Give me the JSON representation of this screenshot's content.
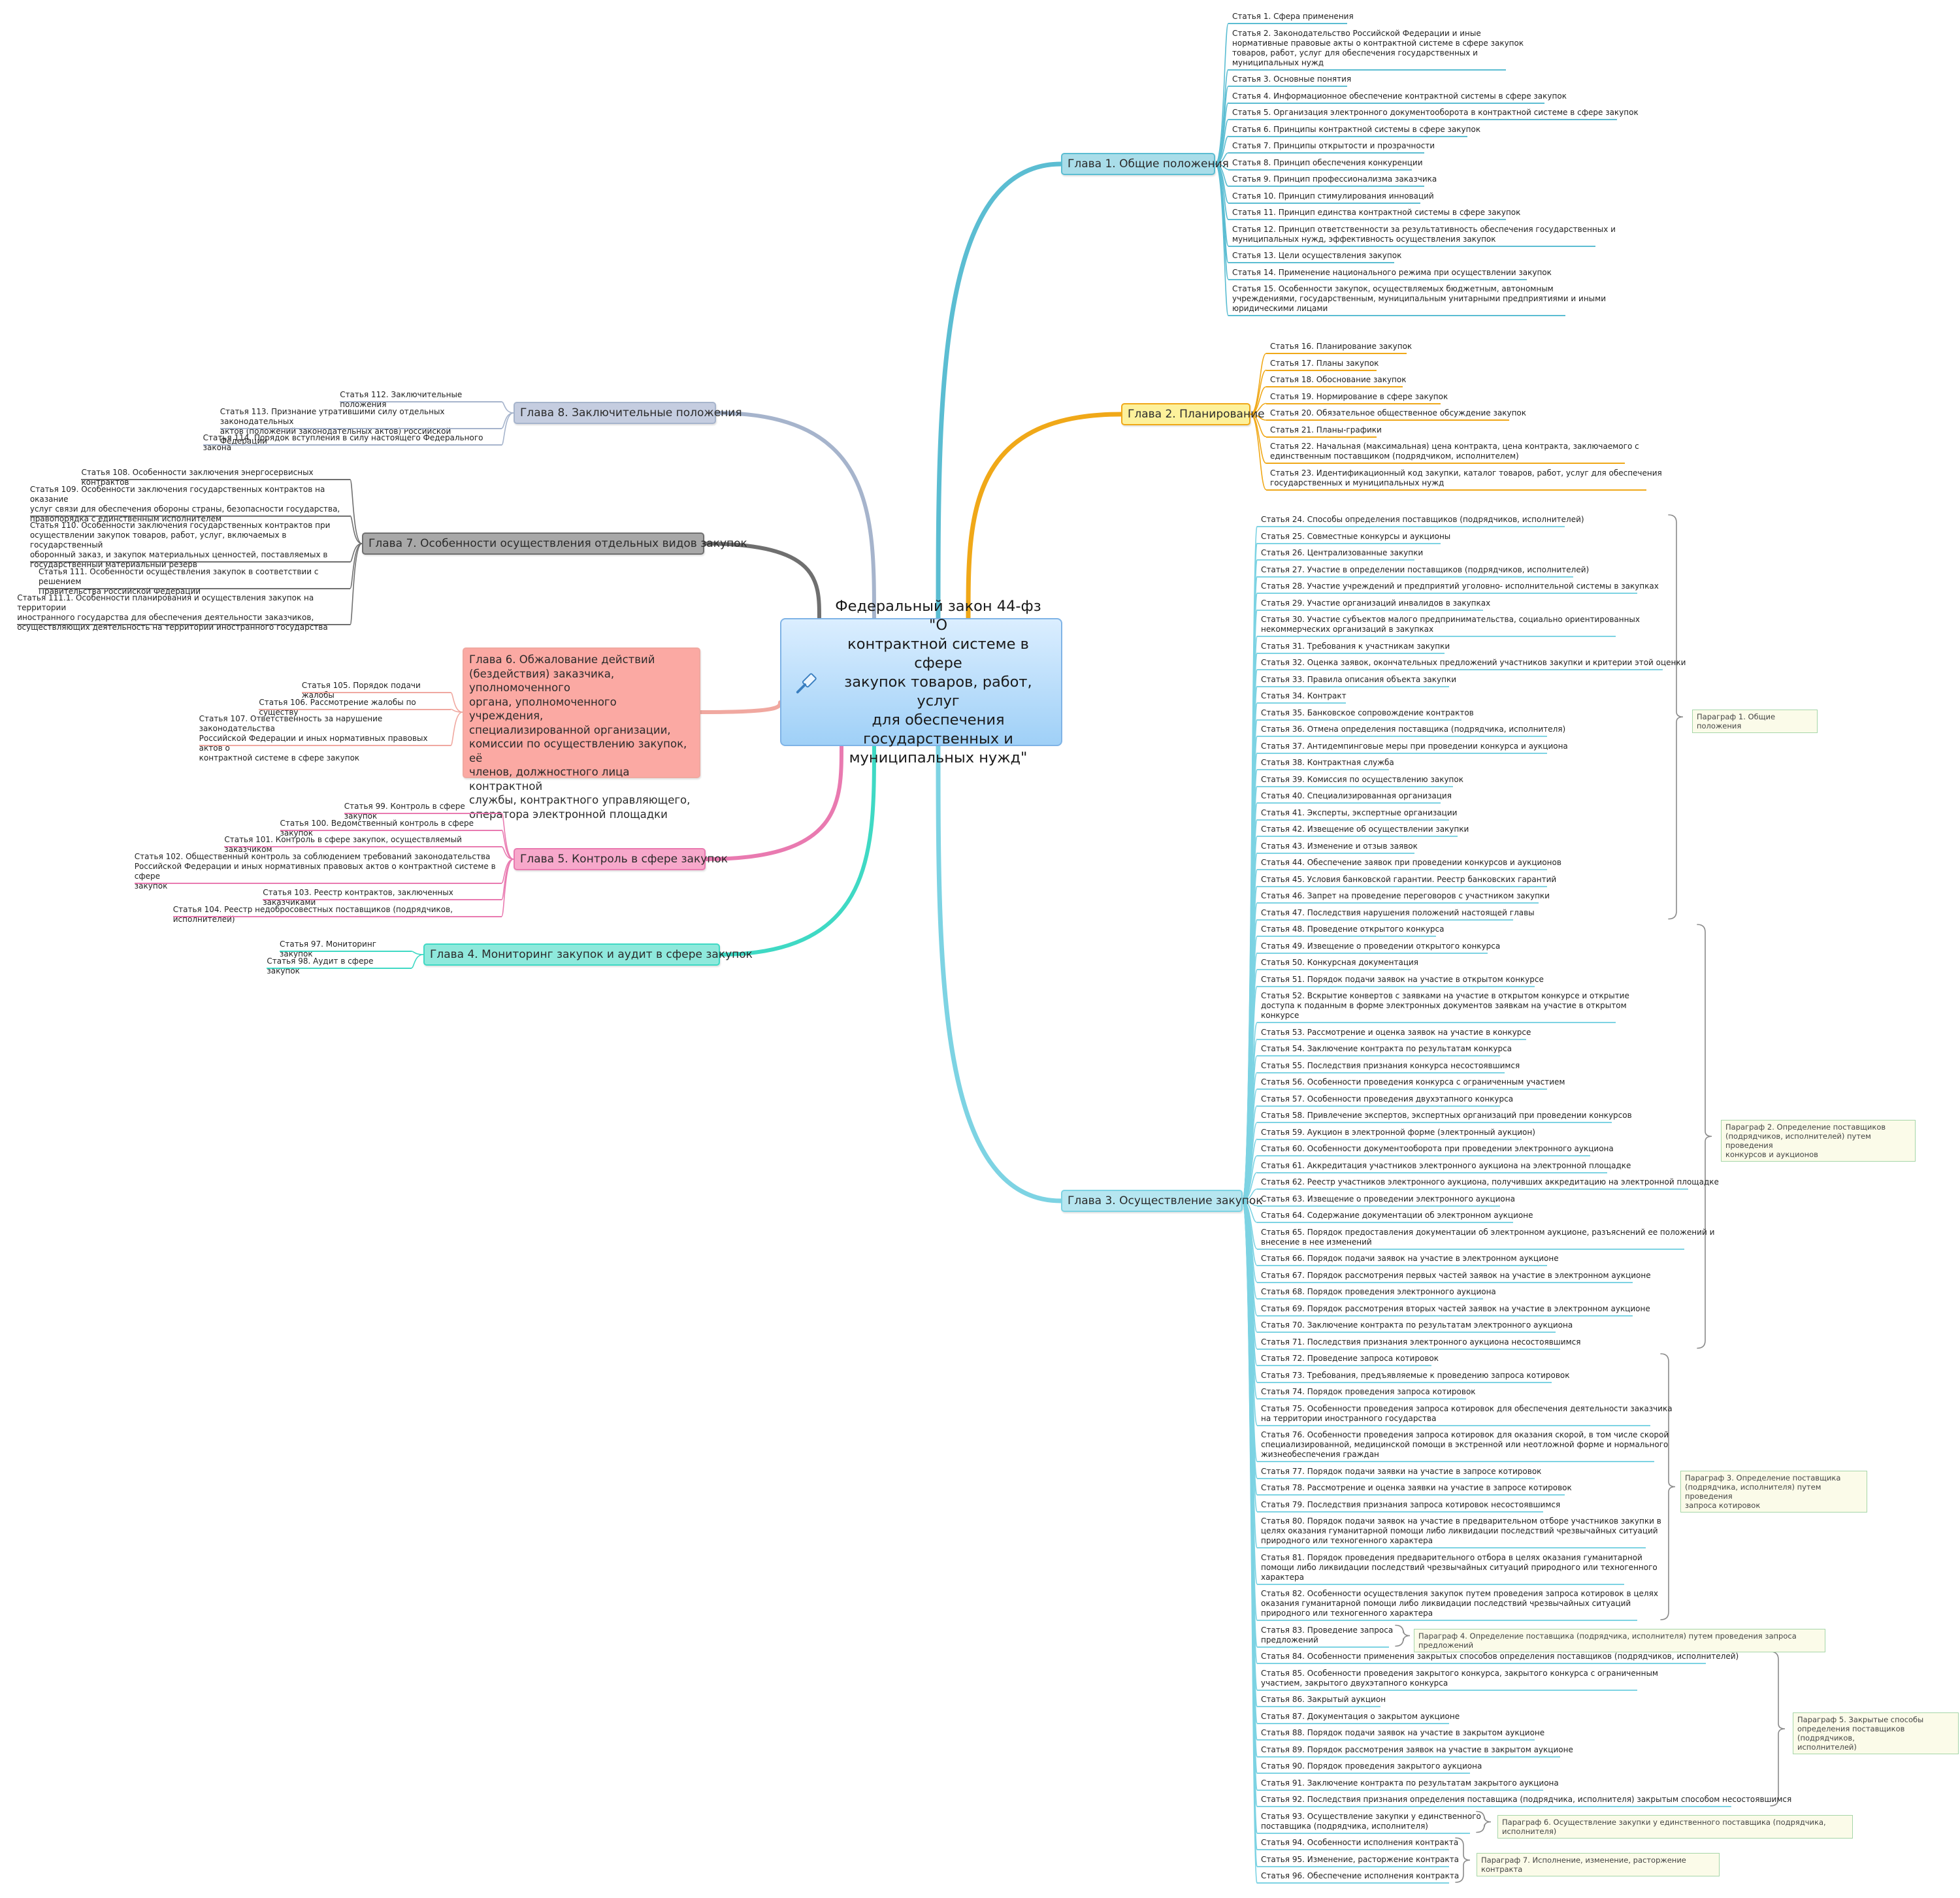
{
  "root": {
    "title": "Федеральный закон 44-фз \"О\nконтрактной системе в сфере\nзакупок товаров, работ, услуг\nдля обеспечения\nгосударственных и\nмуниципальных нужд\""
  },
  "chapters": [
    {
      "label": "Глава 1. Общие положения",
      "color": "#5bbdd2",
      "fill": "#a9dde9",
      "articles": [
        "Статья 1. Сфера применения",
        "Статья 2. Законодательство Российской Федерации и иные\nнормативные правовые акты о контрактной системе в сфере закупок\nтоваров, работ, услуг для обеспечения государственных и\nмуниципальных нужд",
        "Статья 3. Основные понятия",
        "Статья 4. Информационное обеспечение контрактной системы в сфере закупок",
        "Статья 5. Организация электронного документооборота в контрактной системе в сфере закупок",
        "Статья 6. Принципы контрактной системы в сфере закупок",
        "Статья 7. Принципы открытости и прозрачности",
        "Статья 8. Принцип обеспечения конкуренции",
        "Статья 9. Принцип профессионализма заказчика",
        "Статья 10. Принцип стимулирования инноваций",
        "Статья 11. Принцип единства контрактной системы в сфере закупок",
        "Статья 12. Принцип ответственности за результативность обеспечения государственных и\nмуниципальных нужд, эффективность осуществления закупок",
        "Статья 13. Цели осуществления закупок",
        "Статья 14. Применение национального режима при осуществлении закупок",
        "Статья 15. Особенности закупок, осуществляемых бюджетным, автономным\nучреждениями, государственным, муниципальным унитарными предприятиями и иными\nюридическими лицами"
      ]
    },
    {
      "label": "Глава 2. Планирование",
      "color": "#f0a818",
      "fill": "#fdf19b",
      "articles": [
        "Статья 16. Планирование закупок",
        "Статья 17. Планы закупок",
        "Статья 18. Обоснование закупок",
        "Статья 19. Нормирование в сфере закупок",
        "Статья 20. Обязательное общественное обсуждение закупок",
        "Статья 21. Планы-графики",
        "Статья 22. Начальная (максимальная) цена контракта, цена контракта, заключаемого с\nединственным поставщиком (подрядчиком, исполнителем)",
        "Статья 23. Идентификационный код закупки, каталог товаров, работ, услуг для обеспечения\nгосударственных и муниципальных нужд"
      ]
    },
    {
      "label": "Глава 3. Осуществление закупок",
      "color": "#7dd3e3",
      "fill": "#b6e6f0",
      "articles": [
        "Статья 24. Способы определения поставщиков (подрядчиков, исполнителей)",
        "Статья 25. Совместные конкурсы и аукционы",
        "Статья 26. Централизованные закупки",
        "Статья 27. Участие в определении поставщиков (подрядчиков, исполнителей)",
        "Статья 28. Участие учреждений и предприятий уголовно- исполнительной системы в закупках",
        "Статья 29. Участие организаций инвалидов в закупках",
        "Статья 30. Участие субъектов малого предпринимательства, социально ориентированных\nнекоммерческих организаций в закупках",
        "Статья 31. Требования к участникам закупки",
        "Статья 32. Оценка заявок, окончательных предложений участников закупки и критерии этой оценки",
        "Статья 33. Правила описания объекта закупки",
        "Статья 34. Контракт",
        "Статья 35. Банковское сопровождение контрактов",
        "Статья 36. Отмена определения поставщика (подрядчика, исполнителя)",
        "Статья 37. Антидемпинговые меры при проведении конкурса и аукциона",
        "Статья 38. Контрактная служба",
        "Статья 39. Комиссия по осуществлению закупок",
        "Статья 40. Специализированная организация",
        "Статья 41. Эксперты, экспертные организации",
        "Статья 42. Извещение об осуществлении закупки",
        "Статья 43. Изменение и отзыв заявок",
        "Статья 44. Обеспечение заявок при проведении конкурсов и аукционов",
        "Статья 45. Условия банковской гарантии. Реестр банковских гарантий",
        "Статья 46. Запрет на проведение переговоров с участником закупки",
        "Статья 47. Последствия нарушения положений настоящей главы",
        "Статья 48. Проведение открытого конкурса",
        "Статья 49. Извещение о проведении открытого конкурса",
        "Статья 50. Конкурсная документация",
        "Статья 51. Порядок подачи заявок на участие в открытом конкурсе",
        "Статья 52. Вскрытие конвертов с заявками на участие в открытом конкурсе и открытие\nдоступа к поданным в форме электронных документов заявкам на участие в открытом\nконкурсе",
        "Статья 53. Рассмотрение и оценка заявок на участие в конкурсе",
        "Статья 54. Заключение контракта по результатам конкурса",
        "Статья 55. Последствия признания конкурса несостоявшимся",
        "Статья 56. Особенности проведения конкурса с ограниченным участием",
        "Статья 57. Особенности проведения двухэтапного конкурса",
        "Статья 58. Привлечение экспертов, экспертных организаций при проведении конкурсов",
        "Статья 59. Аукцион в электронной форме (электронный аукцион)",
        "Статья 60. Особенности документооборота при проведении электронного аукциона",
        "Статья 61. Аккредитация участников электронного аукциона на электронной площадке",
        "Статья 62. Реестр участников электронного аукциона, получивших аккредитацию на электронной площадке",
        "Статья 63. Извещение о проведении электронного аукциона",
        "Статья 64. Содержание документации об электронном аукционе",
        "Статья 65. Порядок предоставления документации об электронном аукционе, разъяснений ее положений и\nвнесение в нее изменений",
        "Статья 66. Порядок подачи заявок на участие в электронном аукционе",
        "Статья 67. Порядок рассмотрения первых частей заявок на участие в электронном аукционе",
        "Статья 68. Порядок проведения электронного аукциона",
        "Статья 69. Порядок рассмотрения вторых частей заявок на участие в электронном аукционе",
        "Статья 70. Заключение контракта по результатам электронного аукциона",
        "Статья 71. Последствия признания электронного аукциона несостоявшимся",
        "Статья 72. Проведение запроса котировок",
        "Статья 73. Требования, предъявляемые к проведению запроса котировок",
        "Статья 74. Порядок проведения запроса котировок",
        "Статья 75. Особенности проведения запроса котировок для обеспечения деятельности заказчика\nна территории иностранного государства",
        "Статья 76. Особенности проведения запроса котировок для оказания скорой, в том числе скорой\nспециализированной, медицинской помощи в экстренной или неотложной форме и нормального\nжизнеобеспечения граждан",
        "Статья 77. Порядок подачи заявки на участие в запросе котировок",
        "Статья 78. Рассмотрение и оценка заявки на участие в запросе котировок",
        "Статья 79. Последствия признания запроса котировок несостоявшимся",
        "Статья 80. Порядок подачи заявок на участие в предварительном отборе участников закупки в\nцелях оказания гуманитарной помощи либо ликвидации последствий чрезвычайных ситуаций\nприродного или техногенного характера",
        "Статья 81. Порядок проведения предварительного отбора в целях оказания гуманитарной\nпомощи либо ликвидации последствий чрезвычайных ситуаций природного или техногенного\nхарактера",
        "Статья 82. Особенности осуществления закупок путем проведения запроса котировок в целях\nоказания гуманитарной помощи либо ликвидации последствий чрезвычайных ситуаций\nприродного или техногенного характера",
        "Статья 83. Проведение запроса\nпредложений",
        "Статья 84. Особенности применения закрытых способов определения поставщиков (подрядчиков, исполнителей)",
        "Статья 85. Особенности проведения закрытого конкурса, закрытого конкурса с ограниченным\nучастием, закрытого двухэтапного конкурса",
        "Статья 86. Закрытый аукцион",
        "Статья 87. Документация о закрытом аукционе",
        "Статья 88. Порядок подачи заявок на участие в закрытом аукционе",
        "Статья 89. Порядок рассмотрения заявок на участие в закрытом аукционе",
        "Статья 90. Порядок проведения закрытого аукциона",
        "Статья 91. Заключение контракта по результатам закрытого аукциона",
        "Статья 92. Последствия признания определения поставщика (подрядчика, исполнителя) закрытым способом несостоявшимся",
        "Статья 93. Осуществление закупки у единственного\nпоставщика (подрядчика, исполнителя)",
        "Статья 94. Особенности исполнения контракта",
        "Статья 95. Изменение, расторжение контракта",
        "Статья 96. Обеспечение исполнения контракта"
      ],
      "paragraphs": [
        "Параграф 1. Общие положения",
        "Параграф 2. Определение поставщиков\n(подрядчиков, исполнителей) путем проведения\nконкурсов и аукционов",
        "Параграф 3. Определение поставщика\n(подрядчика, исполнителя) путем проведения\nзапроса котировок",
        "Параграф 4. Определение поставщика (подрядчика, исполнителя) путем проведения запроса предложений",
        "Параграф 5. Закрытые способы\nопределения поставщиков (подрядчиков,\nисполнителей)",
        "Параграф 6. Осуществление закупки у единственного поставщика (подрядчика, исполнителя)",
        "Параграф 7. Исполнение, изменение, расторжение контракта"
      ]
    },
    {
      "label": "Глава 4. Мониторинг закупок и аудит в сфере закупок",
      "color": "#3fd9c4",
      "fill": "#8fe9dc",
      "articles": [
        "Статья 97. Мониторинг закупок",
        "Статья 98. Аудит в сфере закупок"
      ]
    },
    {
      "label": "Глава 5. Контроль в сфере закупок",
      "color": "#e97ab0",
      "fill": "#f7a8cb",
      "articles": [
        "Статья 99. Контроль в сфере закупок",
        "Статья 100. Ведомственный контроль в сфере закупок",
        "Статья 101. Контроль в сфере закупок, осуществляемый заказчиком",
        "Статья 102. Общественный контроль за соблюдением требований законодательства\nРоссийской Федерации и иных нормативных правовых актов о контрактной системе в сфере\nзакупок",
        "Статья 103. Реестр контрактов, заключенных заказчиками",
        "Статья 104. Реестр недобросовестных поставщиков (подрядчиков, исполнителей)"
      ]
    },
    {
      "label": "Глава 6. Обжалование действий\n(бездействия) заказчика, уполномоченного\nоргана, уполномоченного учреждения,\nспециализированной организации,\nкомиссии по осуществлению закупок, её\nчленов, должностного лица контрактной\nслужбы, контрактного управляющего,\nоператора электронной площадки",
      "color": "#f0a8a0",
      "fill": "#fba9a3",
      "articles": [
        "Статья 105. Порядок подачи жалобы",
        "Статья 106. Рассмотрение жалобы по существу",
        "Статья 107. Ответственность за нарушение законодательства\nРоссийской Федерации и иных нормативных правовых актов о\nконтрактной системе в сфере закупок"
      ]
    },
    {
      "label": "Глава 7. Особенности осуществления отдельных видов закупок",
      "color": "#6f6f6f",
      "fill": "#a8a8a8",
      "articles": [
        "Статья 108. Особенности заключения энергосервисных контрактов",
        "Статья 109. Особенности заключения государственных контрактов на оказание\nуслуг связи для обеспечения обороны страны, безопасности государства,\nправопорядка с единственным исполнителем",
        "Статья 110. Особенности заключения государственных контрактов при\nосуществлении закупок товаров, работ, услуг, включаемых в государственный\nоборонный заказ, и закупок материальных ценностей, поставляемых в\nгосударственный материальный резерв",
        "Статья 111. Особенности осуществления закупок в соответствии с решением\nПравительства Российской Федерации",
        "Статья 111.1. Особенности планирования и осуществления закупок на территории\nиностранного государства для обеспечения деятельности заказчиков,\nосуществляющих деятельность на территории иностранного государства"
      ]
    },
    {
      "label": "Глава 8. Заключительные положения",
      "color": "#a6b4cc",
      "fill": "#c5cde0",
      "articles": [
        "Статья 112. Заключительные положения",
        "Статья 113. Признание утратившими силу отдельных законодательных\nактов (положений законодательных актов) Российской Федерации",
        "Статья 114. Порядок вступления в силу настоящего Федерального закона"
      ]
    }
  ]
}
